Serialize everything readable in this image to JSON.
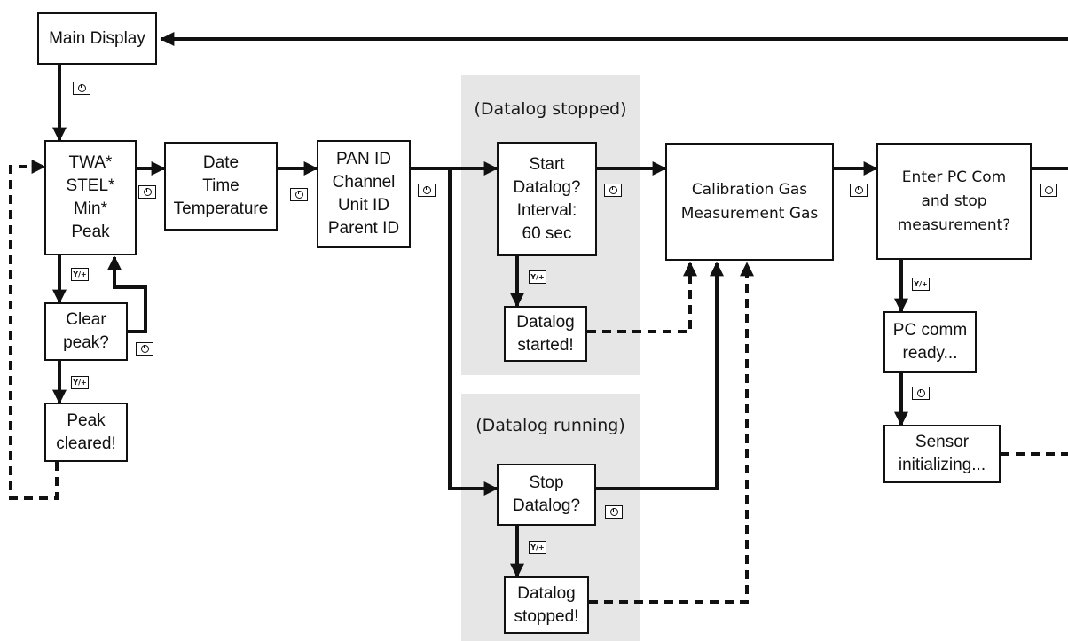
{
  "panels": {
    "stopped_label": "(Datalog stopped)",
    "running_label": "(Datalog running)"
  },
  "boxes": {
    "main_display": [
      "Main Display"
    ],
    "stats": [
      "TWA*",
      "STEL*",
      "Min*",
      "Peak"
    ],
    "datetime": [
      "Date",
      "Time",
      "Temperature"
    ],
    "pan": [
      "PAN ID",
      "Channel",
      "Unit ID",
      "Parent ID"
    ],
    "start_datalog": [
      "Start",
      "Datalog?",
      "Interval:",
      "60 sec"
    ],
    "datalog_started": [
      "Datalog",
      "started!"
    ],
    "calibration": [
      "Calibration Gas",
      "Measurement Gas"
    ],
    "pc_com": [
      "Enter PC Com",
      "and stop",
      "measurement?"
    ],
    "pc_ready": [
      "PC comm",
      "ready..."
    ],
    "sensor_init": [
      "Sensor",
      "initializing..."
    ],
    "clear_peak": [
      "Clear",
      "peak?"
    ],
    "peak_cleared": [
      "Peak",
      "cleared!"
    ],
    "stop_datalog": [
      "Stop",
      "Datalog?"
    ],
    "datalog_stopped": [
      "Datalog",
      "stopped!"
    ]
  },
  "keys": {
    "yes_label": "Y/+",
    "power_icon": "power-button-icon"
  },
  "colors": {
    "panel": "#e6e6e6",
    "line": "#111111"
  }
}
